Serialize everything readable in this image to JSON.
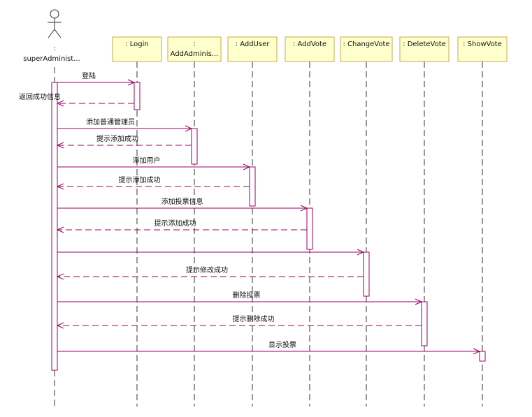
{
  "actor": {
    "colon": ":",
    "name": "superAdminist..."
  },
  "lifelines": [
    {
      "id": "login",
      "lines": [
        ": Login"
      ]
    },
    {
      "id": "addadmin",
      "lines": [
        ":",
        "AddAdminis..."
      ]
    },
    {
      "id": "adduser",
      "lines": [
        ": AddUser"
      ]
    },
    {
      "id": "addvote",
      "lines": [
        ": AddVote"
      ]
    },
    {
      "id": "changevote",
      "lines": [
        ": ChangeVote"
      ]
    },
    {
      "id": "deletevote",
      "lines": [
        ": DeleteVote"
      ]
    },
    {
      "id": "showvote",
      "lines": [
        ": ShowVote"
      ]
    }
  ],
  "messages": [
    {
      "label": "登陆",
      "from": "actor",
      "to": "login",
      "kind": "sync"
    },
    {
      "label": "返回成功信息",
      "from": "login",
      "to": "actor",
      "kind": "return"
    },
    {
      "label": "添加普通管理员",
      "from": "actor",
      "to": "addadmin",
      "kind": "sync"
    },
    {
      "label": "提示添加成功",
      "from": "addadmin",
      "to": "actor",
      "kind": "return"
    },
    {
      "label": "添加用户",
      "from": "actor",
      "to": "adduser",
      "kind": "sync"
    },
    {
      "label": "提示添加成功",
      "from": "adduser",
      "to": "actor",
      "kind": "return"
    },
    {
      "label": "添加投票信息",
      "from": "actor",
      "to": "addvote",
      "kind": "sync"
    },
    {
      "label": "提示添加成功",
      "from": "addvote",
      "to": "actor",
      "kind": "return"
    },
    {
      "label": "",
      "from": "actor",
      "to": "changevote",
      "kind": "sync"
    },
    {
      "label": "提示修改成功",
      "from": "changevote",
      "to": "actor",
      "kind": "return"
    },
    {
      "label": "删除投票",
      "from": "actor",
      "to": "deletevote",
      "kind": "sync"
    },
    {
      "label": "提示删除成功",
      "from": "deletevote",
      "to": "actor",
      "kind": "return"
    },
    {
      "label": "显示投票",
      "from": "actor",
      "to": "showvote",
      "kind": "sync"
    }
  ]
}
